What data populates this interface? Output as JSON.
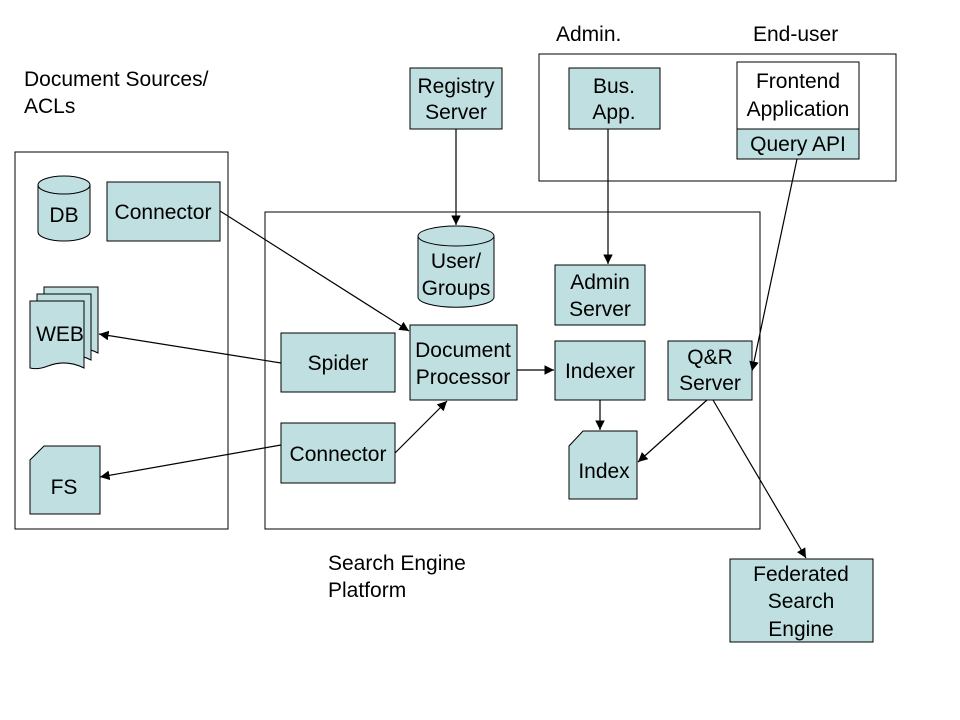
{
  "labels": {
    "document_sources": [
      "Document Sources/",
      "ACLs"
    ],
    "admin_header": "Admin.",
    "enduser_header": "End-user",
    "search_engine_platform": [
      "Search Engine",
      "Platform"
    ]
  },
  "nodes": {
    "db": "DB",
    "source_connector": "Connector",
    "web": "WEB",
    "fs": "FS",
    "registry_server": [
      "Registry",
      "Server"
    ],
    "bus_app": [
      "Bus.",
      "App."
    ],
    "frontend_application": [
      "Frontend",
      "Application"
    ],
    "query_api": "Query API",
    "user_groups": [
      "User/",
      "Groups"
    ],
    "admin_server": [
      "Admin",
      "Server"
    ],
    "spider": "Spider",
    "document_processor": [
      "Document",
      "Processor"
    ],
    "indexer": "Indexer",
    "qr_server": [
      "Q&R",
      "Server"
    ],
    "platform_connector": "Connector",
    "index": "Index",
    "federated_search_engine": [
      "Federated",
      "Search",
      "Engine"
    ]
  },
  "colors": {
    "node_fill": "#bfdfe0",
    "stroke": "#000000",
    "background": "#ffffff"
  }
}
